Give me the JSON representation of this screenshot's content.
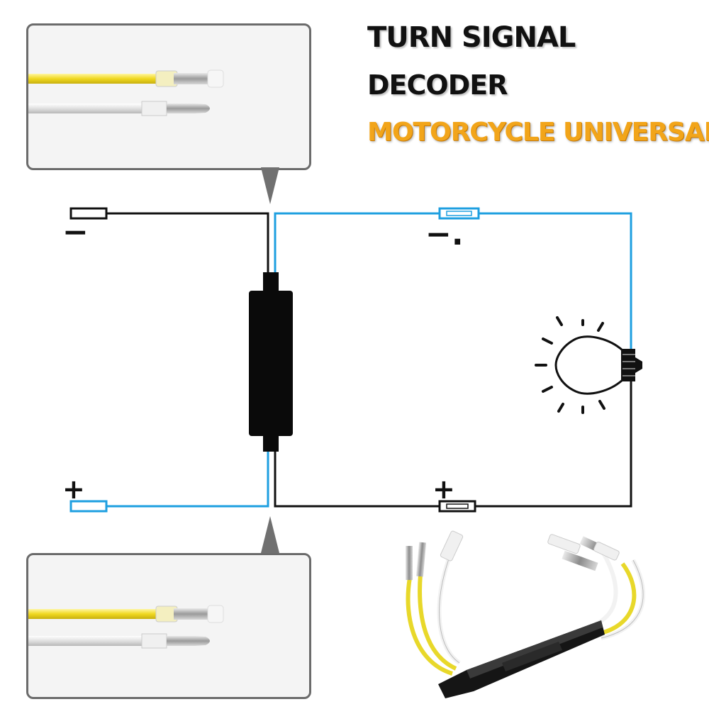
{
  "title": {
    "line1": "TURN SIGNAL",
    "line2": "DECODER",
    "line3": "MOTORCYCLE UNIVERSAL"
  },
  "terminals": {
    "left_top_sign": "−",
    "left_bottom_sign": "+",
    "right_top_sign": "−.",
    "right_bottom_sign": "+"
  },
  "colors": {
    "black_wire": "#111111",
    "blue_wire": "#1e9fe0",
    "yellow_wire": "#f0e23a",
    "white_wire": "#e6e6e6",
    "title_accent": "#f2a51a",
    "decoder_body": "#0a0a0a"
  },
  "icons": [
    "bulb-icon",
    "decoder-resistor-icon",
    "connector-icon"
  ]
}
